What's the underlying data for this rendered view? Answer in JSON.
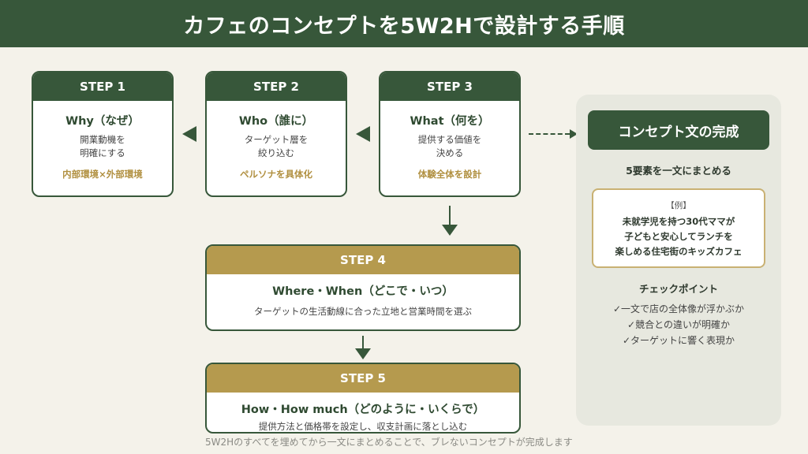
{
  "title": "カフェのコンセプトを5W2Hで設計する手順",
  "steps": [
    {
      "label": "STEP 1",
      "title": "Why（なぜ）",
      "desc": "開業動機を\n明確にする",
      "key": "内部環境×外部環境"
    },
    {
      "label": "STEP 2",
      "title": "Who（誰に）",
      "desc": "ターゲット層を\n絞り込む",
      "key": "ペルソナを具体化"
    },
    {
      "label": "STEP 3",
      "title": "What（何を）",
      "desc": "提供する価値を\n決める",
      "key": "体験全体を設計"
    },
    {
      "label": "STEP 4",
      "title": "Where・When（どこで・いつ）",
      "desc": "ターゲットの生活動線に合った立地と営業時間を選ぶ"
    },
    {
      "label": "STEP 5",
      "title": "How・How much（どのように・いくらで）",
      "desc": "提供方法と価格帯を設定し、収支計画に落とし込む"
    }
  ],
  "panel": {
    "title": "コンセプト文の完成",
    "subtitle": "5要素を一文にまとめる",
    "example_label": "【例】",
    "example_text": "未就学児を持つ30代ママが\n子どもと安心してランチを\n楽しめる住宅街のキッズカフェ",
    "check_title": "チェックポイント",
    "checks": [
      "✓一文で店の全体像が浮かぶか",
      "✓競合との違いが明確か",
      "✓ターゲットに響く表現か"
    ]
  },
  "footer": "5W2Hのすべてを埋めてから一文にまとめることで、ブレないコンセプトが完成します",
  "colors": {
    "green": "#37573a",
    "gold": "#b59a4e",
    "background": "#f4f2ea",
    "panel": "#e7e8df"
  }
}
